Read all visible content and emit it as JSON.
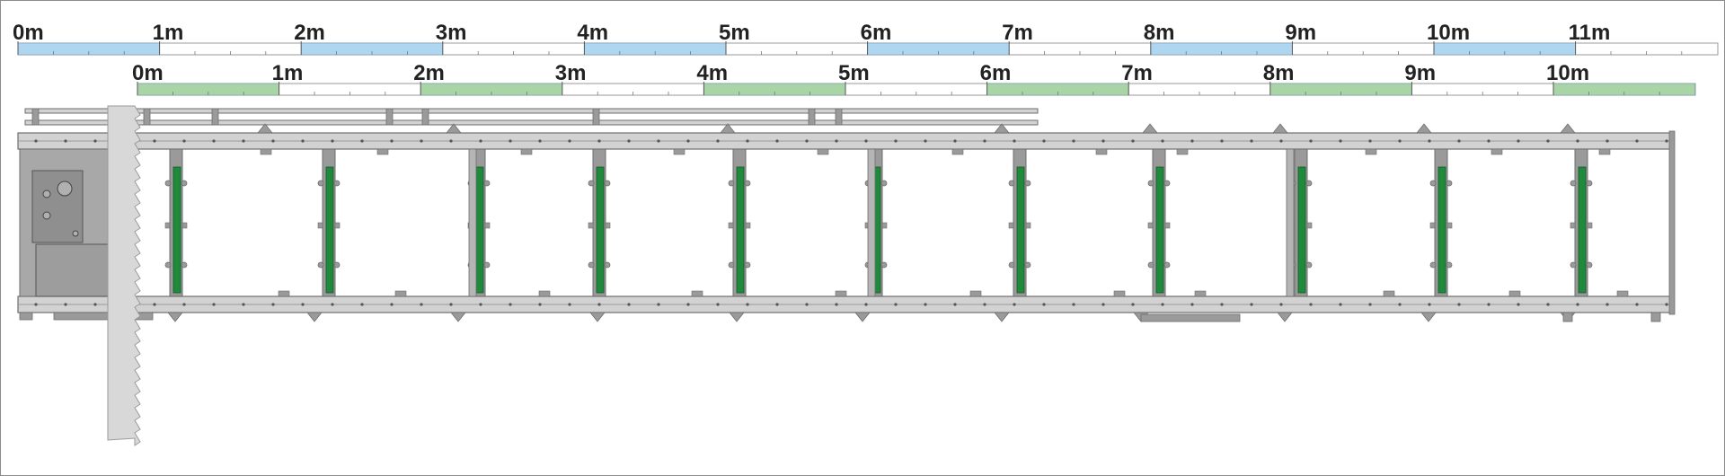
{
  "scales": [
    {
      "id": "top",
      "labels": [
        "0m",
        "1m",
        "2m",
        "3m",
        "4m",
        "5m",
        "6m",
        "7m",
        "8m",
        "9m",
        "10m",
        "11m"
      ],
      "fill_color": "#aed6f1"
    },
    {
      "id": "bottom",
      "labels": [
        "0m",
        "1m",
        "2m",
        "3m",
        "4m",
        "5m",
        "6m",
        "7m",
        "8m",
        "9m",
        "10m"
      ],
      "fill_color": "#a9d5a6"
    }
  ],
  "colors": {
    "frame_steel": "#9a9a9a",
    "frame_dark": "#6e6e6e",
    "rail_light": "#d2d2d2",
    "post_green": "#1f8a3c",
    "saw_blade": "#d8d8d8"
  },
  "frame": {
    "green_post_count": 11
  }
}
